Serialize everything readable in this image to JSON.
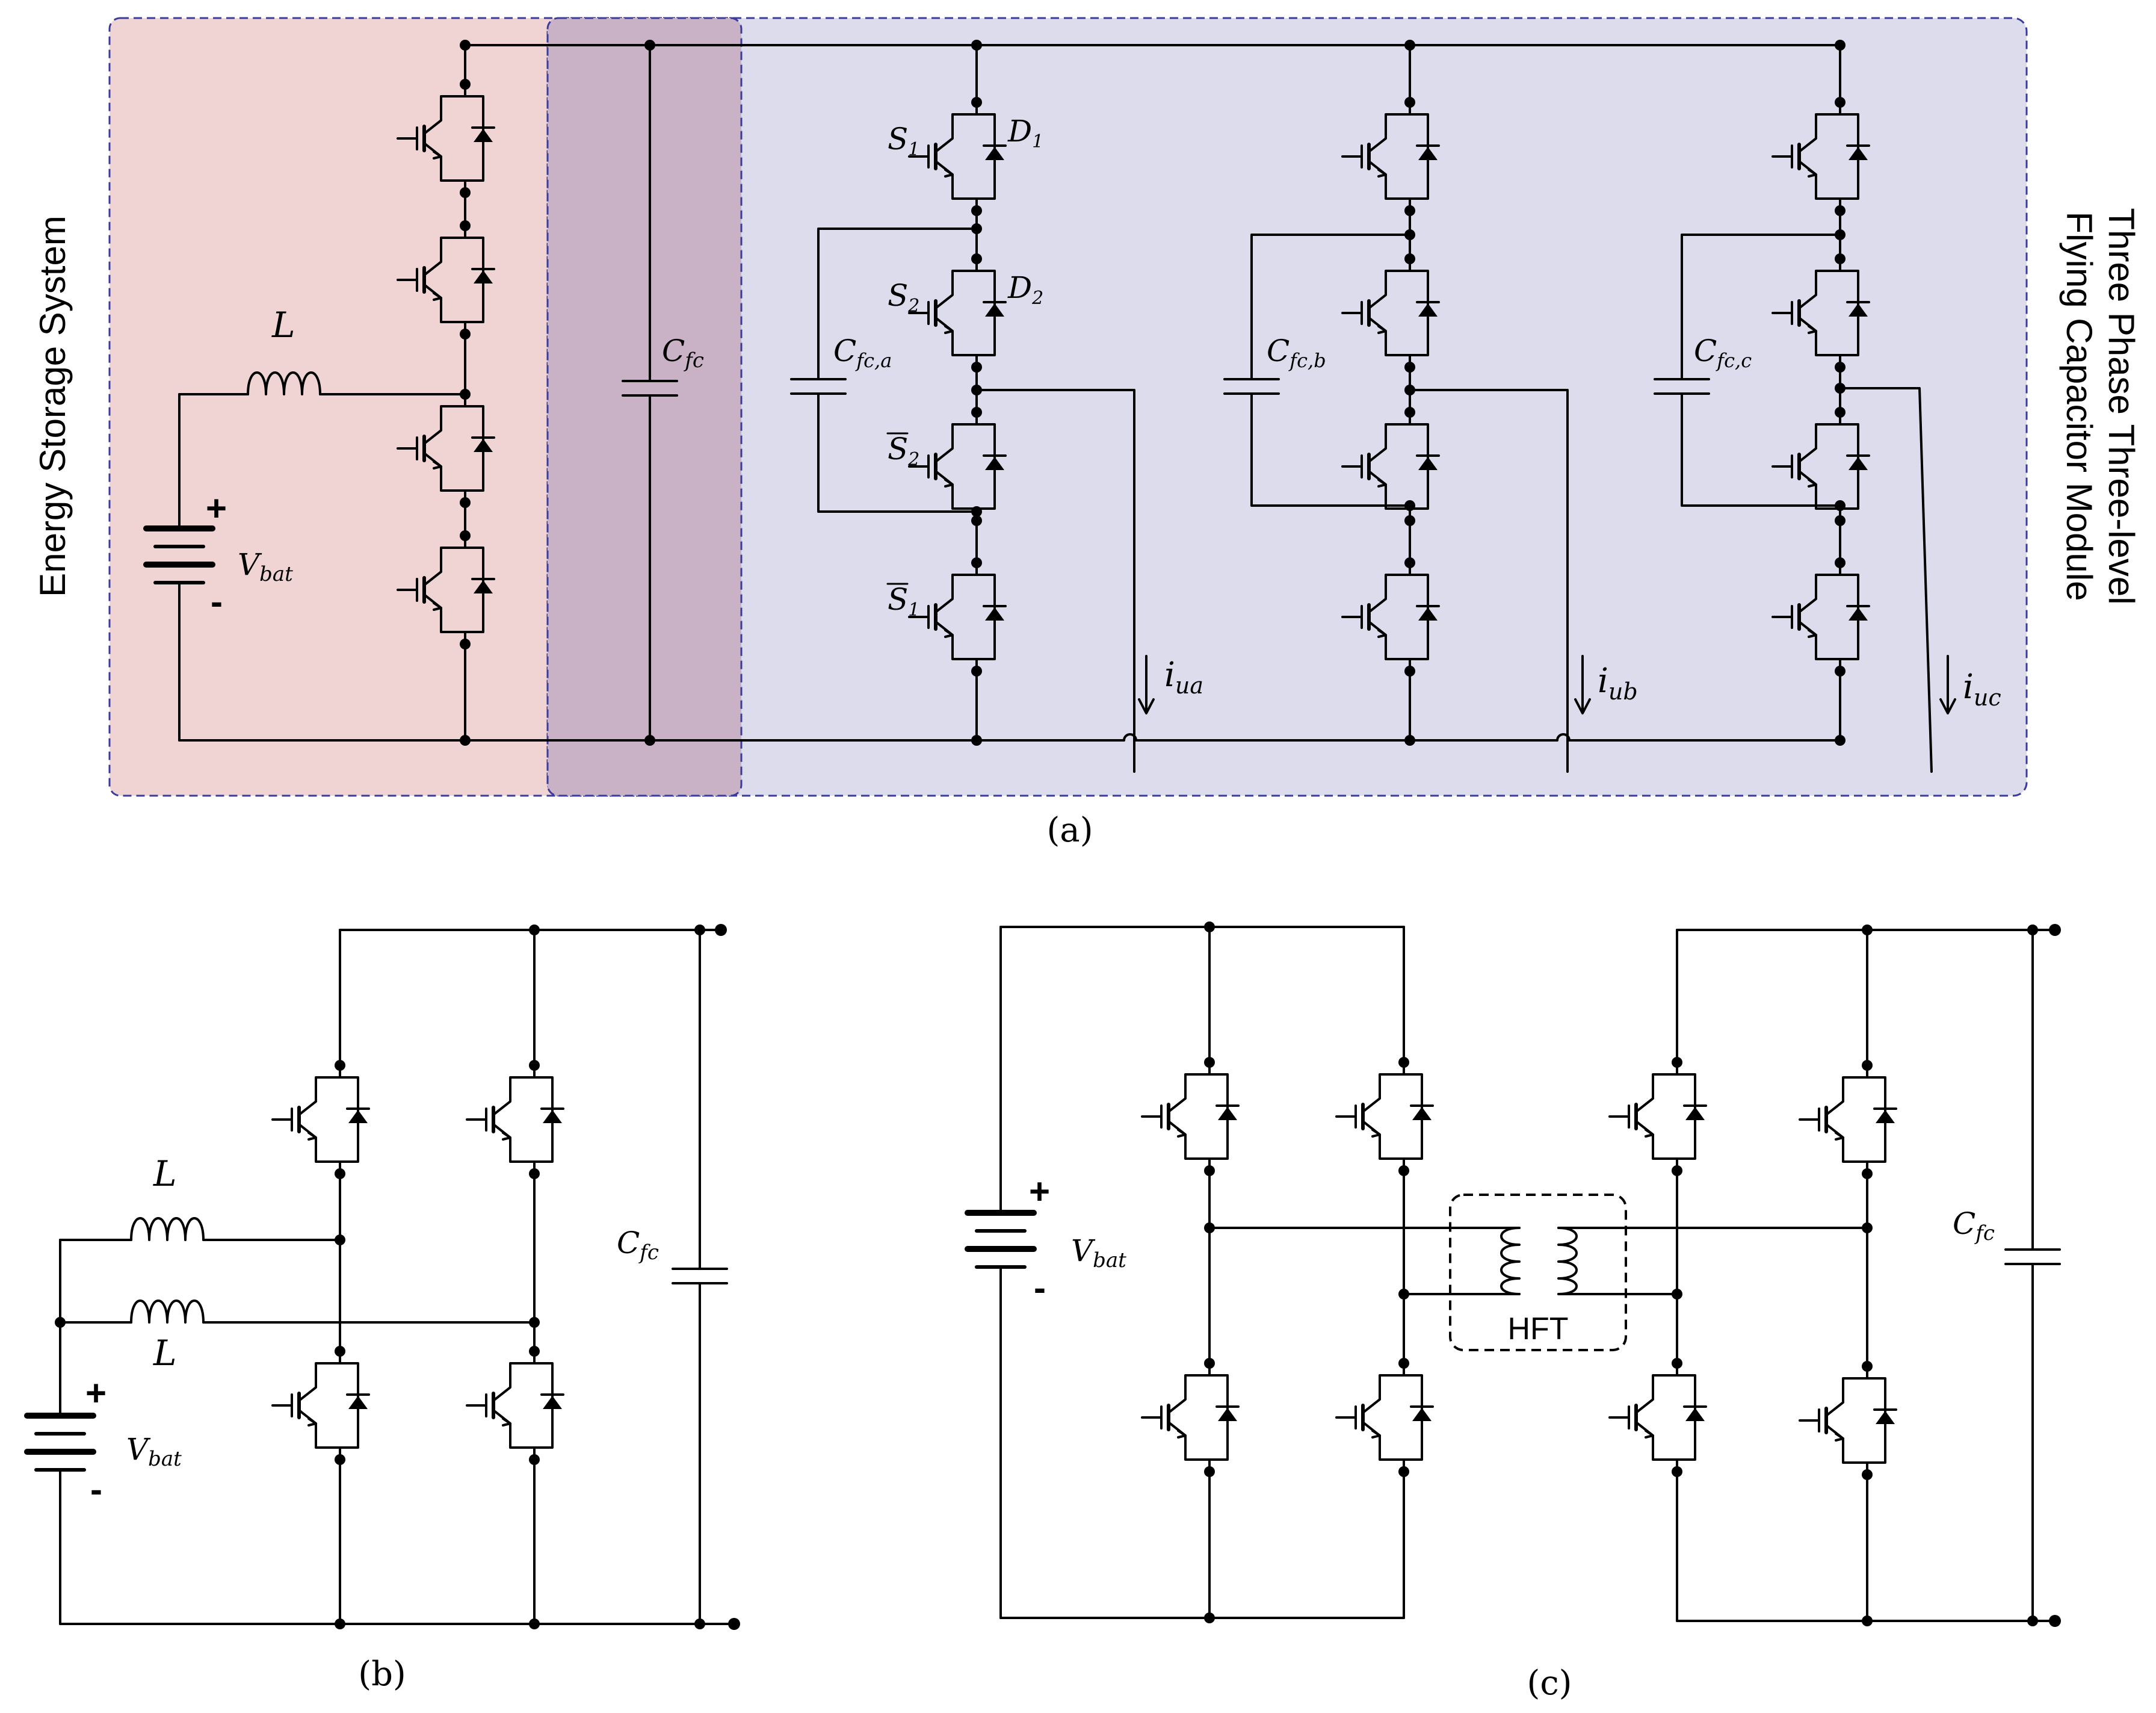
{
  "panel_a": {
    "left_region_label": "Energy Storage System",
    "right_region_label_line1": "Three Phase Three-level",
    "right_region_label_line2": "Flying Capacitor Module",
    "inductor": "L",
    "battery": "V",
    "battery_sub": "bat",
    "battery_plus": "+",
    "battery_minus": "-",
    "dc_cap": "C",
    "dc_cap_sub": "fc",
    "switch_s1": "S",
    "switch_s1_sub": "1",
    "diode_d1": "D",
    "diode_d1_sub": "1",
    "switch_s2": "S",
    "switch_s2_sub": "2",
    "diode_d2": "D",
    "diode_d2_sub": "2",
    "switch_s2bar": "S",
    "switch_s2bar_sub": "2",
    "switch_s1bar": "S",
    "switch_s1bar_sub": "1",
    "fc_cap_a": "C",
    "fc_cap_a_sub": "fc,a",
    "fc_cap_b": "C",
    "fc_cap_b_sub": "fc,b",
    "fc_cap_c": "C",
    "fc_cap_c_sub": "fc,c",
    "current_a": "i",
    "current_a_sub": "ua",
    "current_b": "i",
    "current_b_sub": "ub",
    "current_c": "i",
    "current_c_sub": "uc",
    "caption": "(a)",
    "region_colors": {
      "ess": "#f0d4d4",
      "module": "#d6d6ea",
      "border": "#3b3b9c"
    }
  },
  "panel_b": {
    "inductor_top": "L",
    "inductor_bottom": "L",
    "battery": "V",
    "battery_sub": "bat",
    "battery_plus": "+",
    "battery_minus": "-",
    "cap": "C",
    "cap_sub": "fc",
    "caption": "(b)"
  },
  "panel_c": {
    "battery": "V",
    "battery_sub": "bat",
    "battery_plus": "+",
    "battery_minus": "-",
    "transformer": "HFT",
    "cap": "C",
    "cap_sub": "fc",
    "caption": "(c)"
  }
}
